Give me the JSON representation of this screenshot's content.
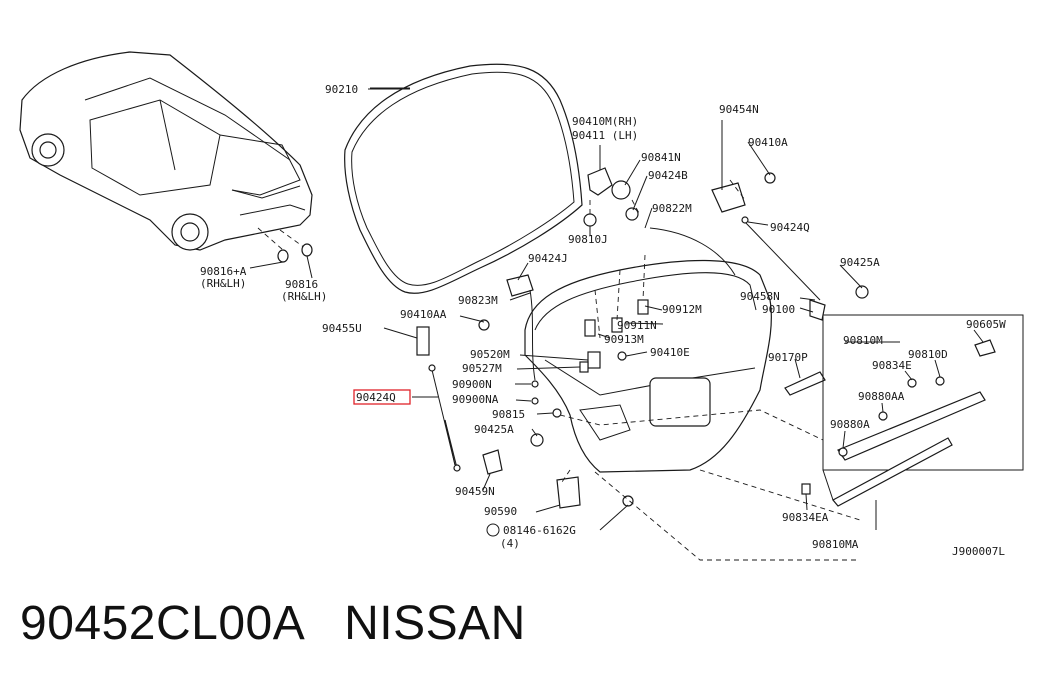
{
  "diagram": {
    "caption_part": "90452CL00A",
    "caption_brand": "NISSAN",
    "figure_code": "J900007L",
    "highlight_color": "#e0222a",
    "labels": [
      "90210",
      "90410M(RH)",
      "90411 (LH)",
      "90841N",
      "90424B",
      "90822M",
      "90810J",
      "90454N",
      "90410A",
      "90424Q",
      "90425A",
      "90424J",
      "90823M",
      "90912M",
      "90911N",
      "90913M",
      "90410AA",
      "90455U",
      "90458N",
      "90100",
      "90520M",
      "90410E",
      "90527M",
      "90900N",
      "90900NA",
      "90424Q",
      "90815",
      "90425A",
      "90459N",
      "90590",
      "08146-6162G",
      "(4)",
      "90170P",
      "90810M",
      "90605W",
      "90810D",
      "90834E",
      "90880AA",
      "90880A",
      "90834EA",
      "90810MA",
      "90816+A",
      "(RH&LH)",
      "90816",
      "(RH&LH)"
    ]
  }
}
